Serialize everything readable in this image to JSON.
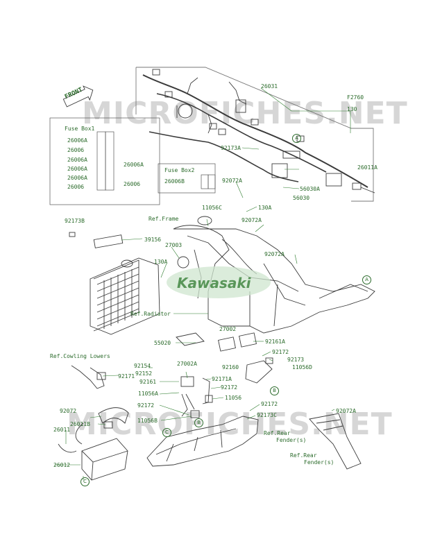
{
  "figure_code": "F2760",
  "watermark": [
    "MICROFICHES.NET",
    "MICROFICHES.NET"
  ],
  "front_label": "FRONT",
  "brand_logo": "Kawasaki",
  "fuse_box1": {
    "title": "Fuse Box1",
    "rows": [
      "26006A",
      "26006",
      "26006A",
      "26006A",
      "26006A",
      "26006"
    ],
    "right_labels": [
      "26006A",
      "26006"
    ]
  },
  "fuse_box2": {
    "title": "Fuse Box2",
    "rows": [
      "26006B"
    ]
  },
  "part_labels": {
    "p26031": "26031",
    "p130_top": "130",
    "p92173A": "92173A",
    "p26011A": "26011A",
    "p92072A_1": "92072A",
    "p56030A": "56030A",
    "p56030": "56030",
    "p11056C": "11056C",
    "p130A_1": "130A",
    "p92173B": "92173B",
    "p92072A_2": "92072A",
    "p39156": "39156",
    "p27003": "27003",
    "p130A_2": "130A",
    "p92072A_3": "92072A",
    "p27002": "27002",
    "p55020": "55020",
    "p92161A": "92161A",
    "p92172_1": "92172",
    "p92173": "92173",
    "p92160": "92160",
    "p11056D": "11056D",
    "p92154": "92154",
    "p27002A": "27002A",
    "p92152": "92152",
    "p92171": "92171",
    "p92161": "92161",
    "p92171A": "92171A",
    "p11056A": "11056A",
    "p92172_2": "92172",
    "p11056": "11056",
    "p92172_3": "92172",
    "p92172_4": "92172",
    "p11056B": "11056B",
    "p92173C": "92173C",
    "p92072": "92072",
    "p26011B": "26011B",
    "p26011": "26011",
    "p26012": "26012",
    "p92072A_4": "92072A"
  },
  "refs": {
    "frame": "Ref.Frame",
    "radiator": "Ref.Radiator",
    "cowling": "Ref.Cowling Lowers",
    "rear_fender_1": "Ref.Rear",
    "rear_fender_1b": "Fender(s)",
    "rear_fender_2": "Ref.Rear",
    "rear_fender_2b": "Fender(s)"
  },
  "callouts": [
    "A",
    "A",
    "B",
    "B",
    "C",
    "C"
  ]
}
